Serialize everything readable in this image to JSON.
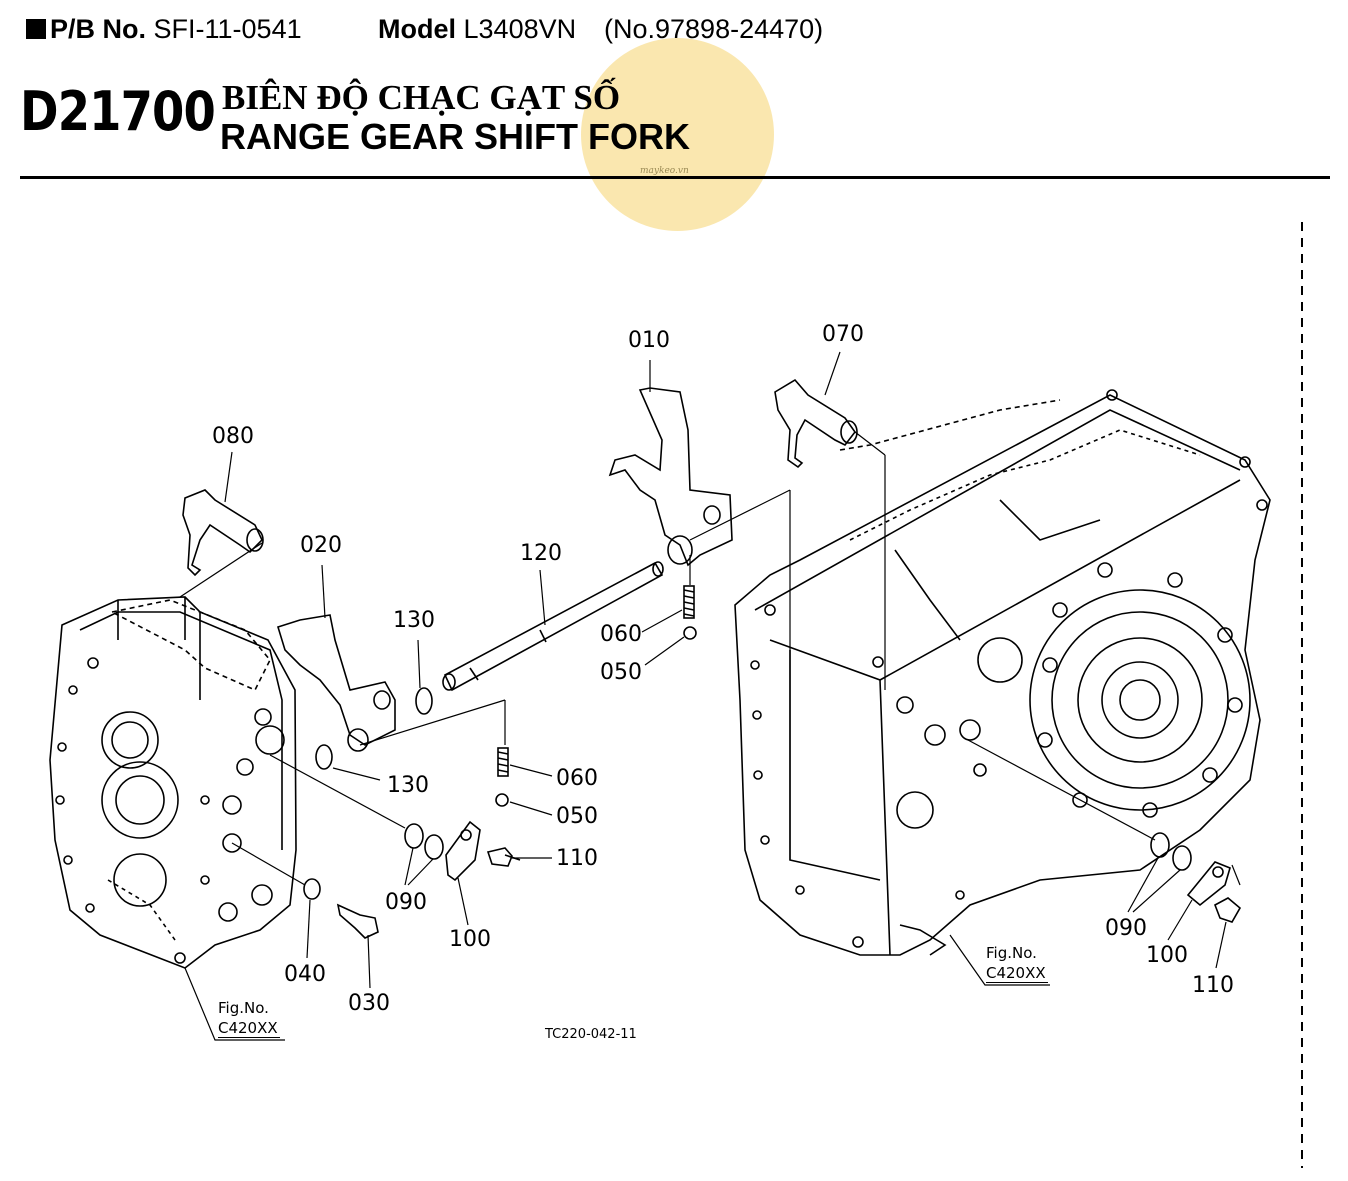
{
  "header": {
    "pb_label": "P/B No.",
    "pb_value": "SFI-11-0541",
    "model_label": "Model",
    "model_value": "L3408VN",
    "serial": "(No.97898-24470)"
  },
  "section": {
    "code": "D21700",
    "title_vi": "BIÊN ĐỘ CHẠC GẠT SỐ",
    "title_en": "RANGE GEAR SHIFT FORK"
  },
  "watermark": {
    "text": "maykeo.vn"
  },
  "parts": [
    {
      "id": "p010",
      "label": "010"
    },
    {
      "id": "p070",
      "label": "070"
    },
    {
      "id": "p080",
      "label": "080"
    },
    {
      "id": "p020",
      "label": "020"
    },
    {
      "id": "p120",
      "label": "120"
    },
    {
      "id": "p130a",
      "label": "130"
    },
    {
      "id": "p060a",
      "label": "060"
    },
    {
      "id": "p050a",
      "label": "050"
    },
    {
      "id": "p130b",
      "label": "130"
    },
    {
      "id": "p060b",
      "label": "060"
    },
    {
      "id": "p050b",
      "label": "050"
    },
    {
      "id": "p110a",
      "label": "110"
    },
    {
      "id": "p090a",
      "label": "090"
    },
    {
      "id": "p100a",
      "label": "100"
    },
    {
      "id": "p040",
      "label": "040"
    },
    {
      "id": "p030",
      "label": "030"
    },
    {
      "id": "p090b",
      "label": "090"
    },
    {
      "id": "p100b",
      "label": "100"
    },
    {
      "id": "p110b",
      "label": "110"
    }
  ],
  "figure_refs": [
    {
      "label": "Fig.No.",
      "number": "C420XX"
    },
    {
      "label": "Fig.No.",
      "number": "C420XX"
    }
  ],
  "drawing_ref": "TC220-042-11"
}
